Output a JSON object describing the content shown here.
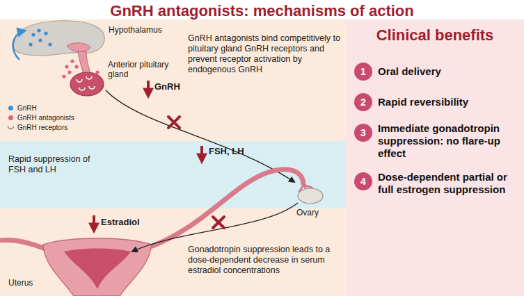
{
  "diagram": {
    "title": "GnRH antagonists: mechanisms of action",
    "nodes": [
      {
        "text": [
          "Clinical benefits"
        ]
      },
      {
        "text": [
          "1",
          "Oral delivery"
        ],
        "in": 0
      },
      {
        "text": [
          "2",
          "Rapid reversibility"
        ],
        "in": 0
      },
      {
        "text": [
          "3",
          "Immediate gonadotropin suppression: no flare-up effect"
        ],
        "in": 0
      },
      {
        "text": [
          "4",
          "Dose-dependent partial or full estrogen suppression"
        ],
        "in": 0
      }
    ],
    "labels": [
      "Hypothalamus",
      "Anterior pituitary gland",
      "GnRH",
      "GnRH antagonists bind competitively to pituitary gland GnRH receptors and prevent receptor activation by endogenous GnRH",
      "Rapid suppression of FSH and LH",
      "FSH, LH",
      "Ovary",
      "Estradiol",
      "Gonadotropin suppression leads to a dose-dependent decrease in serum estradiol concentrations",
      "Uterus"
    ],
    "legend": [
      {
        "text": "GnRH",
        "color": "#3b8fd4"
      },
      {
        "text": "GnRH antagonists",
        "color": "#e4607c"
      },
      {
        "text": "GnRH receptors"
      }
    ]
  }
}
